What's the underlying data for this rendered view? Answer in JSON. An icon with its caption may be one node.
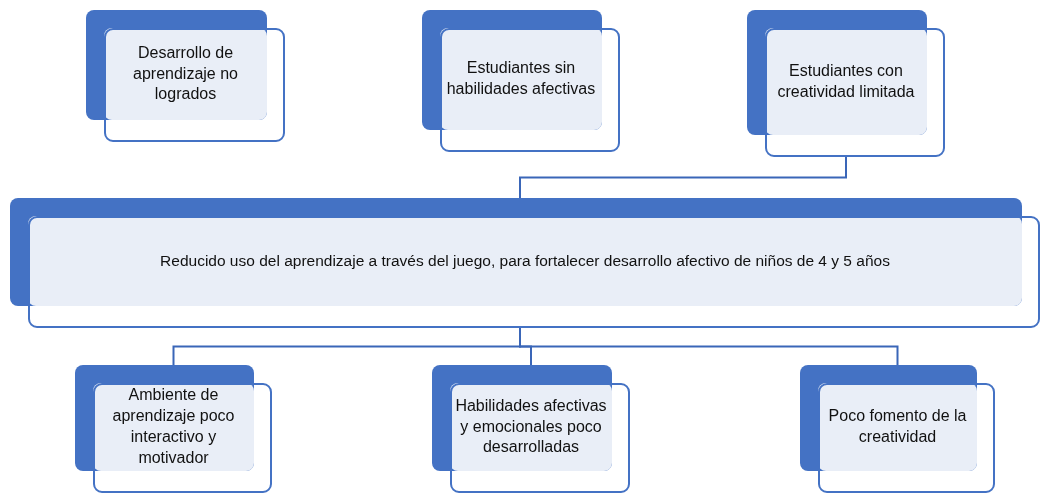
{
  "diagram": {
    "nodes": [
      {
        "text": [
          "Desarrollo de aprendizaje no logrados"
        ]
      },
      {
        "text": [
          "Estudiantes sin habilidades afectivas"
        ]
      },
      {
        "text": [
          "Estudiantes con creatividad limitada"
        ]
      },
      {
        "text": [
          "Reducido uso del aprendizaje a través del juego, para fortalecer desarrollo afectivo de niños de 4 y 5 años"
        ]
      },
      {
        "text": [
          "Ambiente de aprendizaje poco interactivo y motivador"
        ]
      },
      {
        "text": [
          "Habilidades afectivas y emocionales poco desarrolladas"
        ]
      },
      {
        "text": [
          "Poco fomento de la creatividad"
        ]
      }
    ],
    "edges": [
      {
        "from": 2,
        "to": 3,
        "arrow": "none"
      },
      {
        "from": 3,
        "to": 4,
        "arrow": "none"
      },
      {
        "from": 3,
        "to": 5,
        "arrow": "none"
      },
      {
        "from": 3,
        "to": 6,
        "arrow": "none"
      }
    ]
  }
}
